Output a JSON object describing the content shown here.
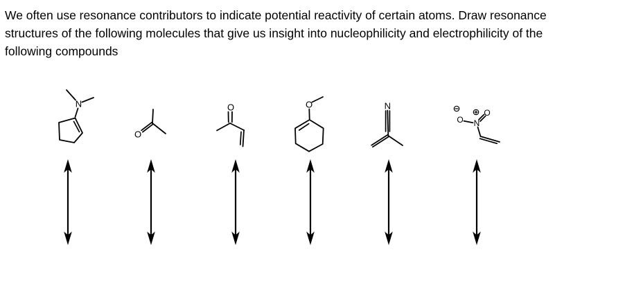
{
  "instructions": {
    "lines": [
      "We often use resonance contributors to indicate potential reactivity of certain atoms. Draw resonance",
      "structures of the following molecules that give us insight into nucleophilicity and electrophilicity of the",
      "following compounds"
    ]
  },
  "molecules": [
    {
      "atoms": {
        "n": "N"
      }
    },
    {
      "atoms": {
        "o": "O"
      }
    },
    {
      "atoms": {
        "o": "O"
      }
    },
    {
      "atoms": {
        "o": "O"
      }
    },
    {
      "atoms": {
        "n": "N"
      }
    },
    {
      "atoms": {
        "o_left": "O",
        "n": "N",
        "o_right": "O"
      },
      "charges": {
        "o_left": "−",
        "n": "+"
      }
    }
  ],
  "arrows": {
    "count": 6,
    "type": "resonance-double-headed"
  },
  "colors": {
    "ink": "#000000",
    "background": "#ffffff"
  }
}
